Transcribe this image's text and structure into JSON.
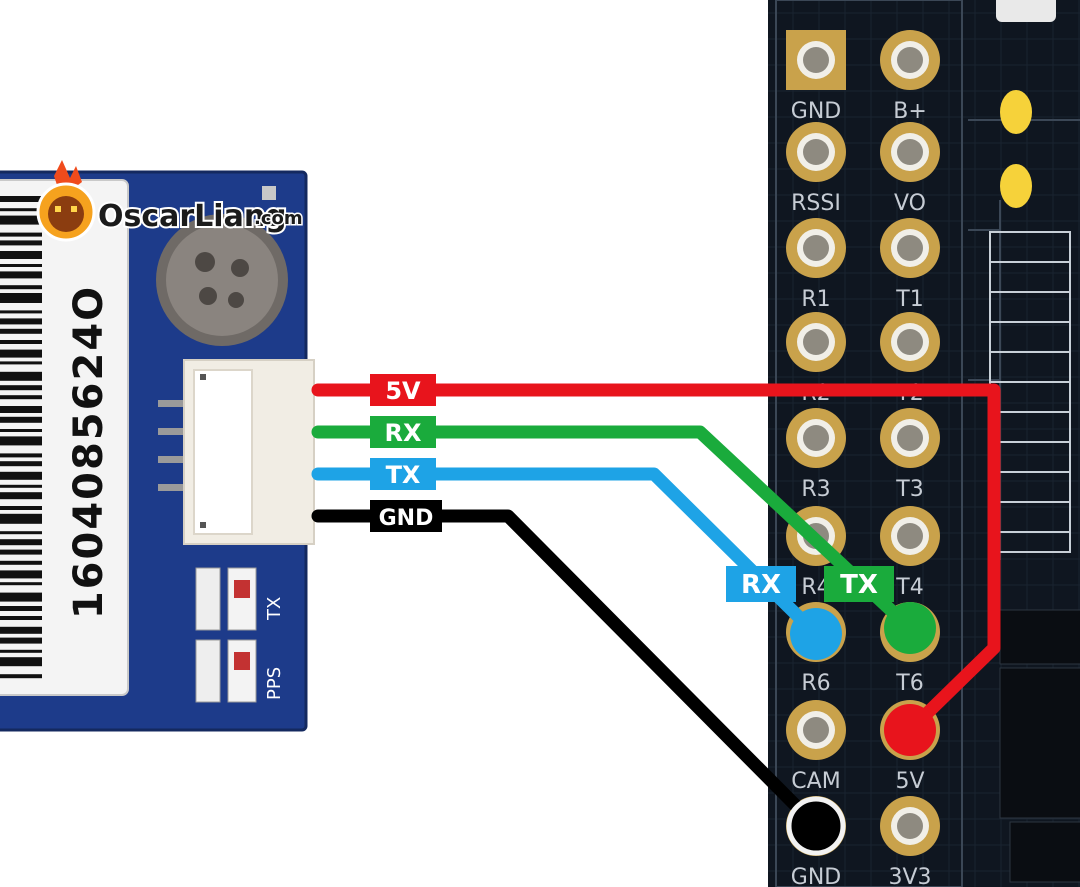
{
  "watermark": {
    "brand": "OscarLiang",
    "suffix": ".com"
  },
  "gps_module": {
    "barcode_number": "1604085624O",
    "led_labels": [
      "TX",
      "PPS"
    ]
  },
  "wires": [
    {
      "label": "5V",
      "color": "#e8141c"
    },
    {
      "label": "RX",
      "color": "#1aab3c"
    },
    {
      "label": "TX",
      "color": "#1ea3e6"
    },
    {
      "label": "GND",
      "color": "#000000"
    }
  ],
  "fc_pins": {
    "left": [
      "GND",
      "RSSI",
      "R1",
      "R2",
      "R3",
      "R4",
      "R6",
      "CAM",
      "GND"
    ],
    "right": [
      "B+",
      "VO",
      "T1",
      "T2",
      "T3",
      "T4",
      "T6",
      "5V",
      "3V3"
    ]
  },
  "pin_callouts": [
    {
      "label": "RX",
      "color": "#1ea3e6"
    },
    {
      "label": "TX",
      "color": "#1aab3c"
    }
  ]
}
